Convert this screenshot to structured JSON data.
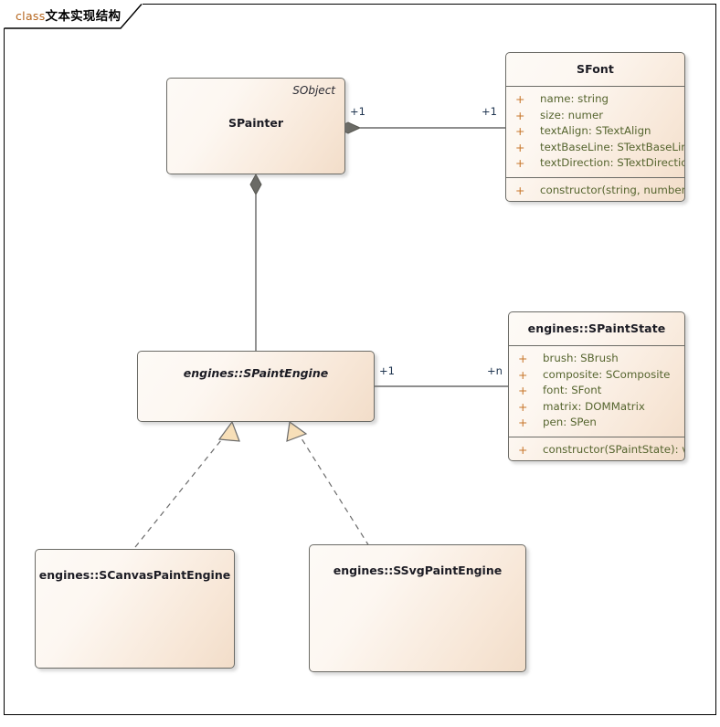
{
  "diagram": {
    "frame_keyword": "class",
    "frame_title": "文本实现结构",
    "kind": "uml-class-diagram"
  },
  "classes": {
    "spainter": {
      "name": "SPainter",
      "parent_label": "SObject",
      "abstract": false
    },
    "sfont": {
      "name": "SFont",
      "attributes": [
        {
          "visibility": "+",
          "signature": "name: string"
        },
        {
          "visibility": "+",
          "signature": "size: numer"
        },
        {
          "visibility": "+",
          "signature": "textAlign: STextAlign"
        },
        {
          "visibility": "+",
          "signature": "textBaseLine: STextBaseLine"
        },
        {
          "visibility": "+",
          "signature": "textDirection: STextDirection"
        }
      ],
      "operations": [
        {
          "visibility": "+",
          "signature": "constructor(string, number): void"
        }
      ]
    },
    "spaintengine": {
      "name": "engines::SPaintEngine",
      "abstract": true
    },
    "spaintstate": {
      "name": "engines::SPaintState",
      "attributes": [
        {
          "visibility": "+",
          "signature": "brush: SBrush"
        },
        {
          "visibility": "+",
          "signature": "composite: SComposite"
        },
        {
          "visibility": "+",
          "signature": "font: SFont"
        },
        {
          "visibility": "+",
          "signature": "matrix: DOMMatrix"
        },
        {
          "visibility": "+",
          "signature": "pen: SPen"
        }
      ],
      "operations": [
        {
          "visibility": "+",
          "signature": "constructor(SPaintState): void"
        }
      ]
    },
    "scanvaspaintengine": {
      "name": "engines::SCanvasPaintEngine",
      "abstract": false
    },
    "ssvgpaintengine": {
      "name": "engines::SSvgPaintEngine",
      "abstract": false
    }
  },
  "relationships": [
    {
      "id": "spainter-sfont",
      "type": "composition",
      "source": "SPainter",
      "target": "SFont",
      "source_multiplicity": "+1",
      "target_multiplicity": "+1"
    },
    {
      "id": "spainter-spaintengine",
      "type": "composition",
      "source": "SPainter",
      "target": "engines::SPaintEngine",
      "source_multiplicity": "",
      "target_multiplicity": ""
    },
    {
      "id": "spaintengine-spaintstate",
      "type": "association",
      "source": "engines::SPaintEngine",
      "target": "engines::SPaintState",
      "source_multiplicity": "+1",
      "target_multiplicity": "+n"
    },
    {
      "id": "scanvas-realizes-spaintengine",
      "type": "realization",
      "source": "engines::SCanvasPaintEngine",
      "target": "engines::SPaintEngine"
    },
    {
      "id": "ssvg-realizes-spaintengine",
      "type": "realization",
      "source": "engines::SSvgPaintEngine",
      "target": "engines::SPaintEngine"
    }
  ],
  "colors": {
    "box_border": "#6b6b66",
    "box_fill_light": "#fdfaf6",
    "box_fill_dark": "#f2ddc9",
    "visibility_plus": "#c8762a",
    "member_text": "#56652f",
    "class_name": "#1c1c24",
    "connector": "#4a4a4a",
    "diamond_fill": "#6b6b66",
    "triangle_fill": "#f7dfb8",
    "keyword": "#b5651d",
    "multiplicity": "#1f3550"
  }
}
